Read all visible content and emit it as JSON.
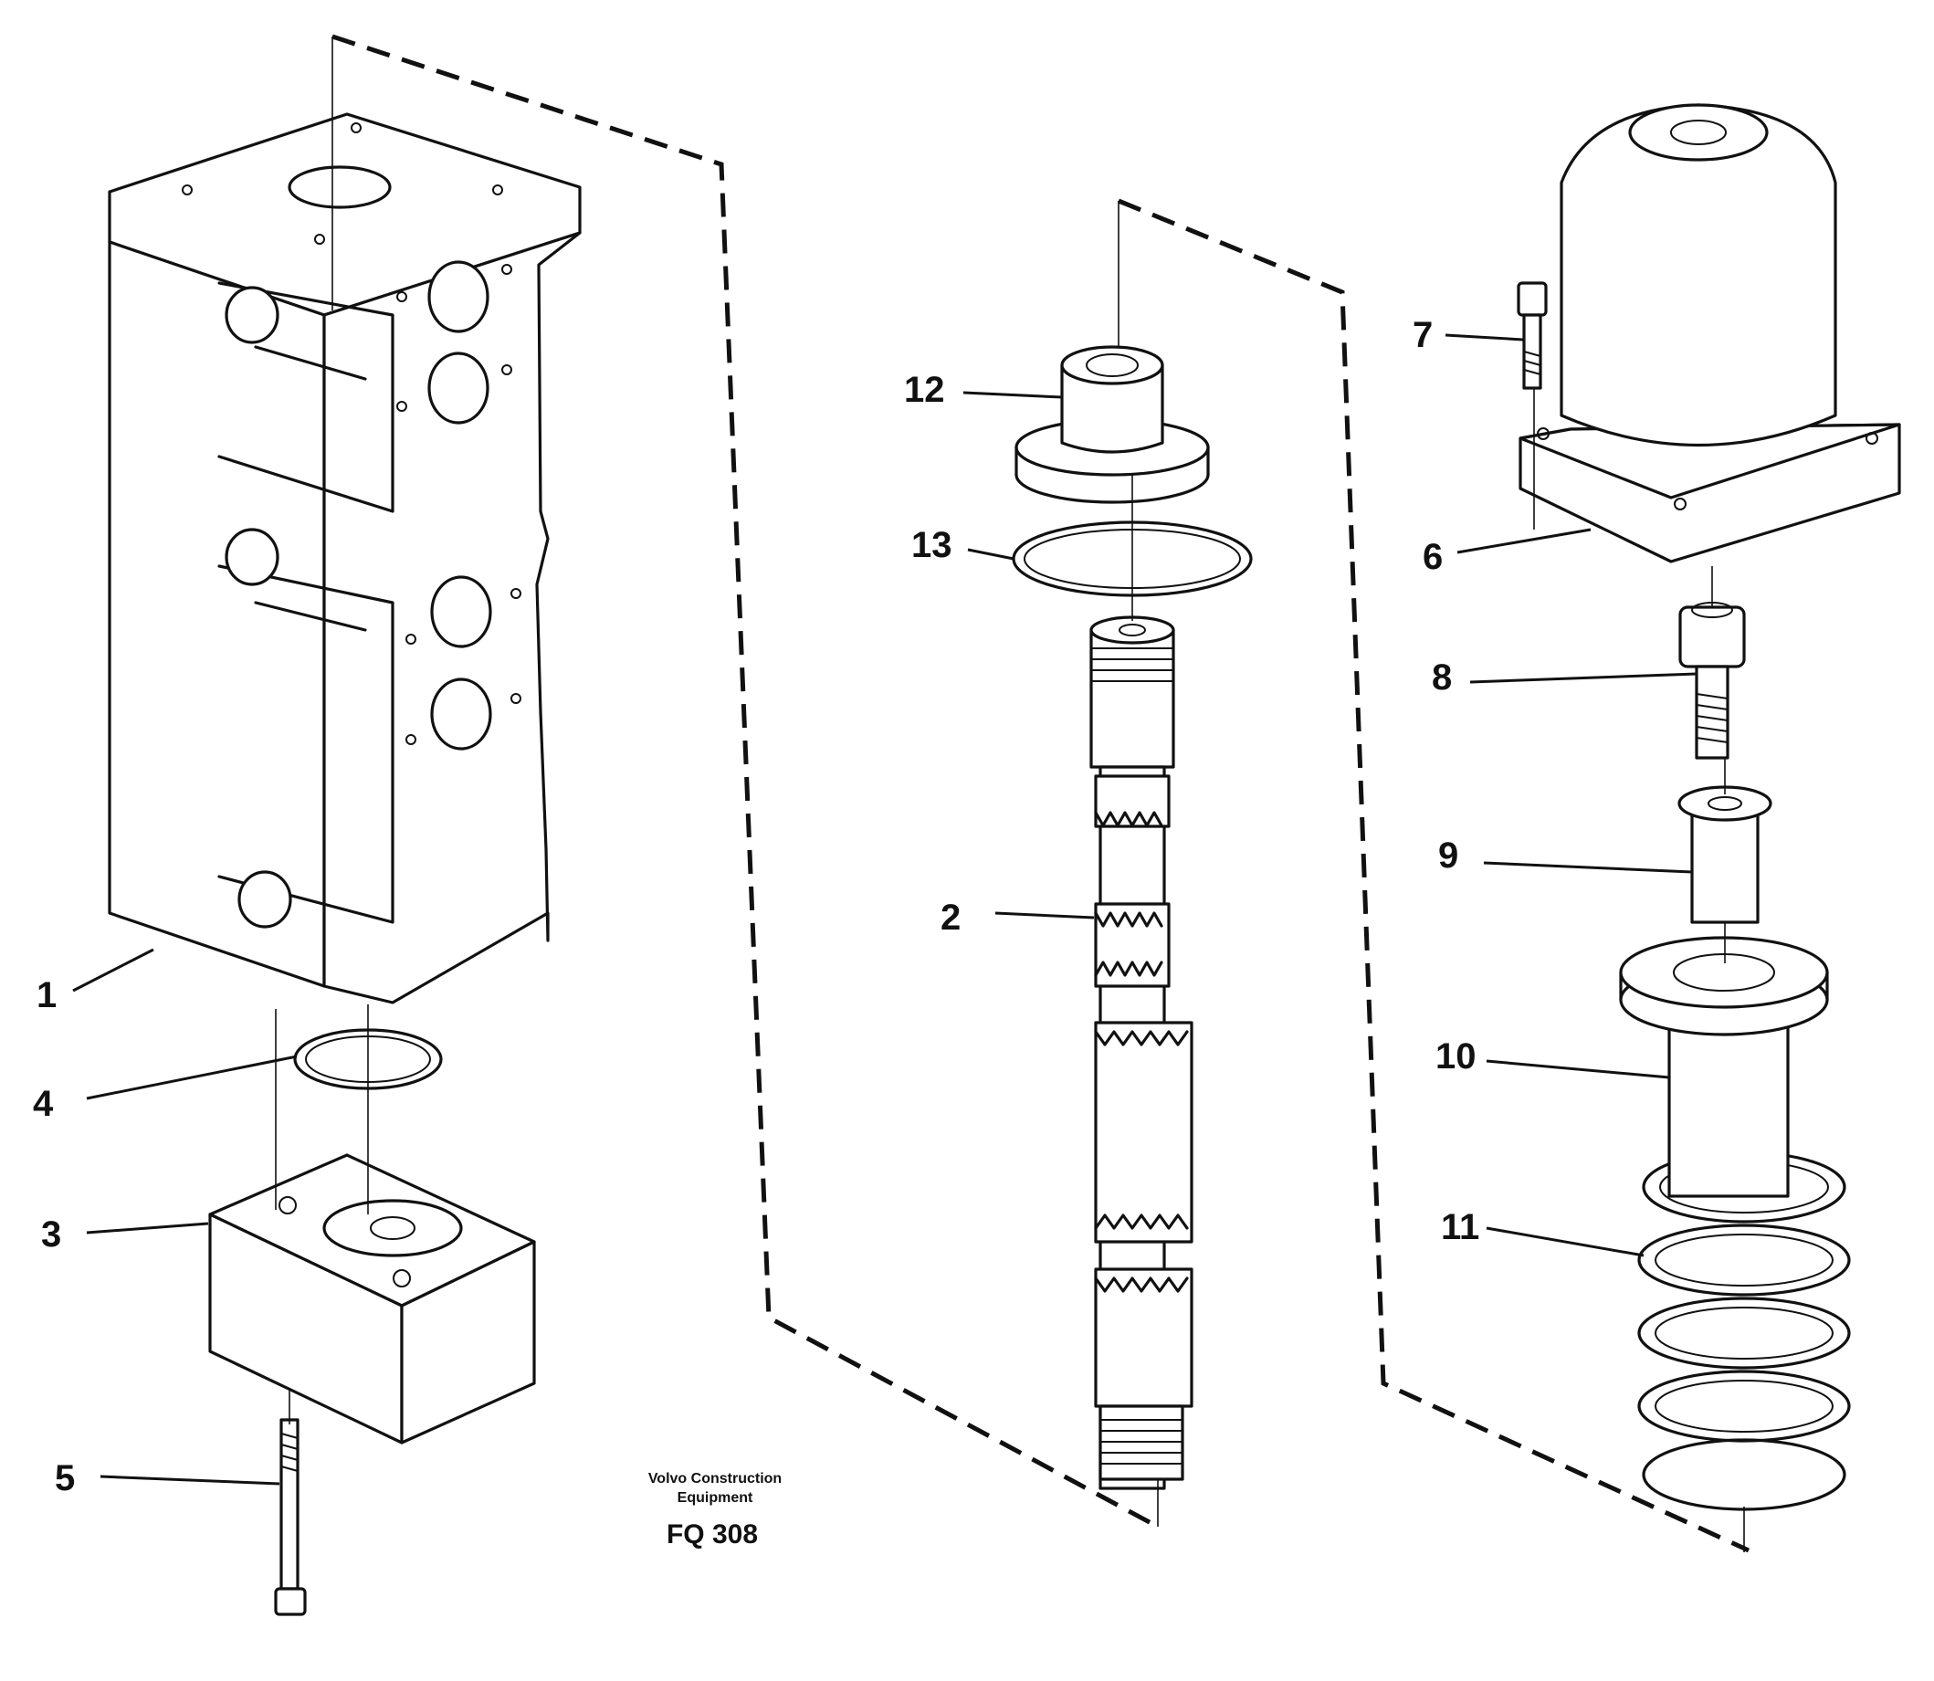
{
  "part_labels": [
    "1",
    "2",
    "3",
    "4",
    "5",
    "6",
    "7",
    "8",
    "9",
    "10",
    "11",
    "12",
    "13"
  ],
  "credit": {
    "line1": "Volvo Construction",
    "line2": "Equipment"
  },
  "figure_code": "FQ 308"
}
